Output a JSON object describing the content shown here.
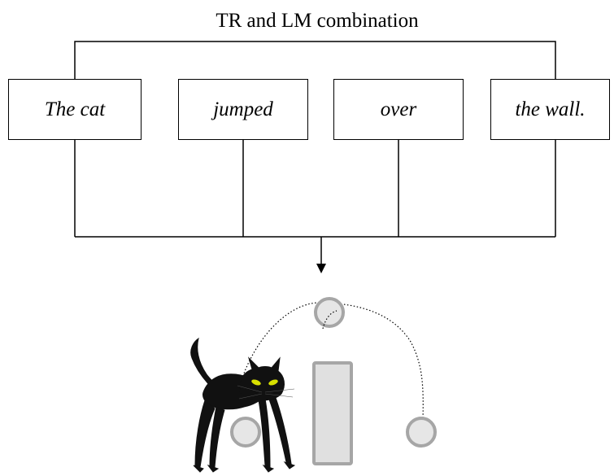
{
  "diagram": {
    "title": "TR and LM combination",
    "words": [
      {
        "text": "The cat"
      },
      {
        "text": "jumped"
      },
      {
        "text": "over"
      },
      {
        "text": "the wall."
      }
    ]
  },
  "illustration": {
    "depicts": "black cat jumping over a grey wall along a dotted trajectory",
    "colors": {
      "cat": "#111111",
      "cat_eyes": "#d8e000",
      "wall_fill": "#e0e0e0",
      "wall_stroke": "#a6a6a6",
      "ball_fill": "#e6e6e6",
      "ball_stroke": "#a6a6a6",
      "line": "#000000"
    }
  }
}
